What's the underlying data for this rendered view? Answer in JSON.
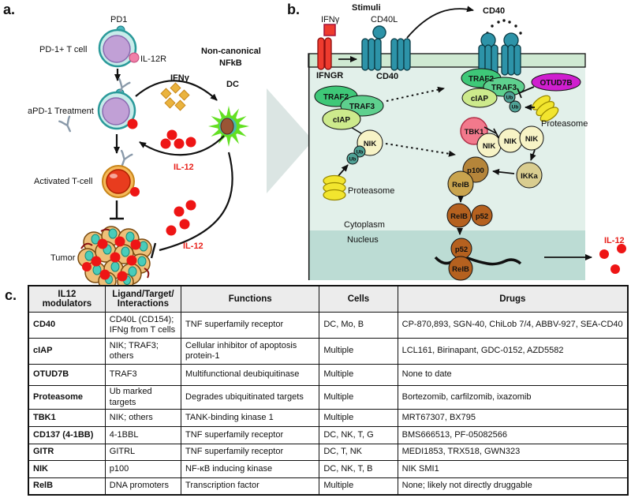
{
  "panel_a": {
    "label": "a.",
    "pd1": "PD1",
    "pd1_t_cell": "PD-1+ T cell",
    "il12r": "IL-12R",
    "non_canonical_line1": "Non-canonical",
    "non_canonical_line2": "NFkB",
    "ifng": "IFNγ",
    "dc": "DC",
    "apd1_treatment": "aPD-1 Treatment",
    "activated_t_cell": "Activated T-cell",
    "il12": "IL-12",
    "tumor": "Tumor"
  },
  "panel_b": {
    "label": "b.",
    "stimuli": "Stimuli",
    "ifng": "IFNγ",
    "cd40l": "CD40L",
    "cd40": "CD40",
    "ifngr": "IFNGR",
    "traf2": "TRAF2",
    "traf3": "TRAF3",
    "ciap": "cIAP",
    "nik": "NIK",
    "ub": "Ub",
    "proteasome": "Proteasome",
    "otud7b": "OTUD7B",
    "tbk1": "TBK1",
    "ikka": "IKKa",
    "p100": "p100",
    "relb": "RelB",
    "p52": "p52",
    "cytoplasm": "Cytoplasm",
    "nucleus": "Nucleus",
    "il12": "IL-12"
  },
  "panel_c": {
    "label": "c.",
    "headers": [
      "IL12\nmodulators",
      "Ligand/Target/\nInteractions",
      "Functions",
      "Cells",
      "Drugs"
    ],
    "rows": [
      {
        "modulator": "CD40",
        "ligand": "CD40L (CD154); IFNg from T cells",
        "function": "TNF superfamily receptor",
        "cells": "DC, Mo, B",
        "drugs": "CP-870,893, SGN-40, ChiLob 7/4, ABBV-927, SEA-CD40"
      },
      {
        "modulator": "cIAP",
        "ligand": "NIK; TRAF3; others",
        "function": "Cellular inhibitor of apoptosis protein-1",
        "cells": "Multiple",
        "drugs": "LCL161, Birinapant, GDC-0152,  AZD5582"
      },
      {
        "modulator": "OTUD7B",
        "ligand": "TRAF3",
        "function": "Multifunctional deubiquitinase",
        "cells": "Multiple",
        "drugs": "None to date"
      },
      {
        "modulator": "Proteasome",
        "ligand": "Ub marked targets",
        "function": "Degrades ubiquitinated targets",
        "cells": "Multiple",
        "drugs": "Bortezomib, carfilzomib, ixazomib"
      },
      {
        "modulator": "TBK1",
        "ligand": "NIK; others",
        "function": "TANK-binding kinase 1",
        "cells": "Multiple",
        "drugs": "MRT67307, BX795"
      },
      {
        "modulator": "CD137 (4-1BB)",
        "ligand": "4-1BBL",
        "function": "TNF superfamily receptor",
        "cells": "DC, NK, T, G",
        "drugs": "BMS666513, PF-05082566"
      },
      {
        "modulator": "GITR",
        "ligand": "GITRL",
        "function": "TNF superfamily receptor",
        "cells": "DC, T, NK",
        "drugs": "MEDI1853, TRX518, GWN323"
      },
      {
        "modulator": "NIK",
        "ligand": "p100",
        "function": "NF-κB inducing kinase",
        "cells": "DC, NK, T, B",
        "drugs": "NIK SMI1"
      },
      {
        "modulator": "RelB",
        "ligand": "DNA promoters",
        "function": "Transcription factor",
        "cells": "Multiple",
        "drugs": "None; likely not directly druggable"
      }
    ]
  },
  "colors": {
    "il12_red": "#ee1515",
    "ifngr_red": "#ee3b2e",
    "receptor_teal": "#2d93a8",
    "dc_green": "#63e022",
    "otud7b_magenta": "#cf1fcf",
    "proteasome_yellow": "#f2e52e",
    "traf_green": "#3ec878",
    "ciap_green": "#cdea8c",
    "nik_yellow": "#f7f3c6",
    "tbk1_pink": "#f2798c",
    "p100_brown": "#b5853a",
    "relb_brown": "#b5611f",
    "tcell_purple": "#c1a0d6",
    "membrane_green": "#cfe9d2",
    "cytoplasm_teal": "#e2f0ea",
    "nucleus_teal": "#bcdcd4"
  }
}
